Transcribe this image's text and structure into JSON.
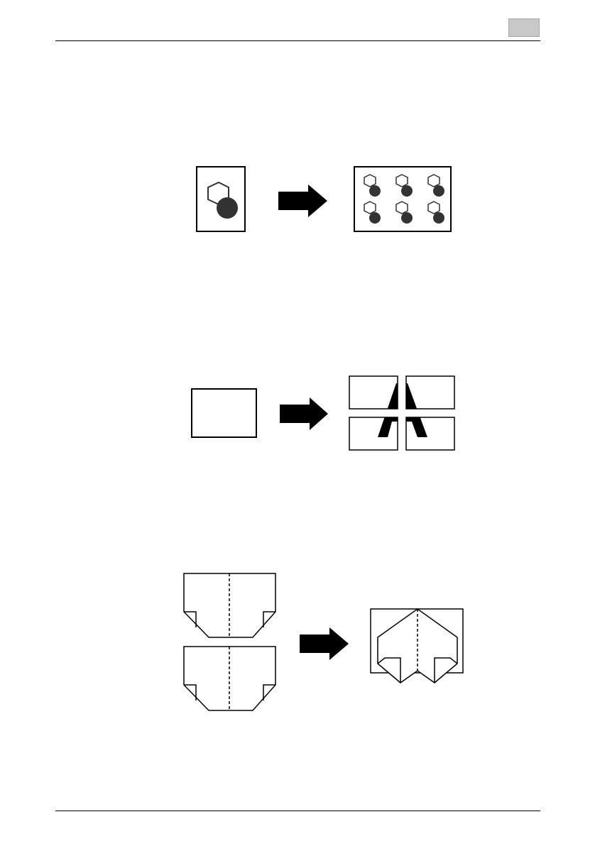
{
  "page": {
    "header_tab": "",
    "figures": [
      {
        "name": "image-repeat-illustration",
        "repeat_count": 6
      },
      {
        "name": "poster-enlarge-illustration",
        "tiles": 4,
        "letter": "A"
      },
      {
        "name": "book-copy-illustration"
      }
    ]
  },
  "colors": {
    "ink": "#000000",
    "dark_fill": "#333333",
    "tab_gray": "#c8c8c8"
  }
}
